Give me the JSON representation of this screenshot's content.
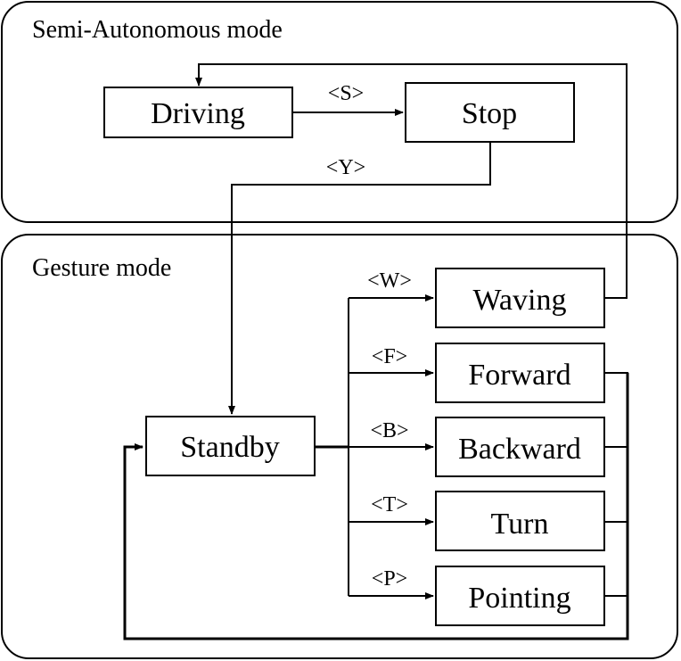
{
  "groups": {
    "semi_autonomous": {
      "title": "Semi-Autonomous mode"
    },
    "gesture": {
      "title": "Gesture mode"
    }
  },
  "states": {
    "driving": "Driving",
    "stop": "Stop",
    "standby": "Standby",
    "waving": "Waving",
    "forward": "Forward",
    "backward": "Backward",
    "turn": "Turn",
    "pointing": "Pointing"
  },
  "transitions": {
    "s": "<S>",
    "y": "<Y>",
    "w": "<W>",
    "f": "<F>",
    "b": "<B>",
    "t": "<T>",
    "p": "<P>"
  }
}
